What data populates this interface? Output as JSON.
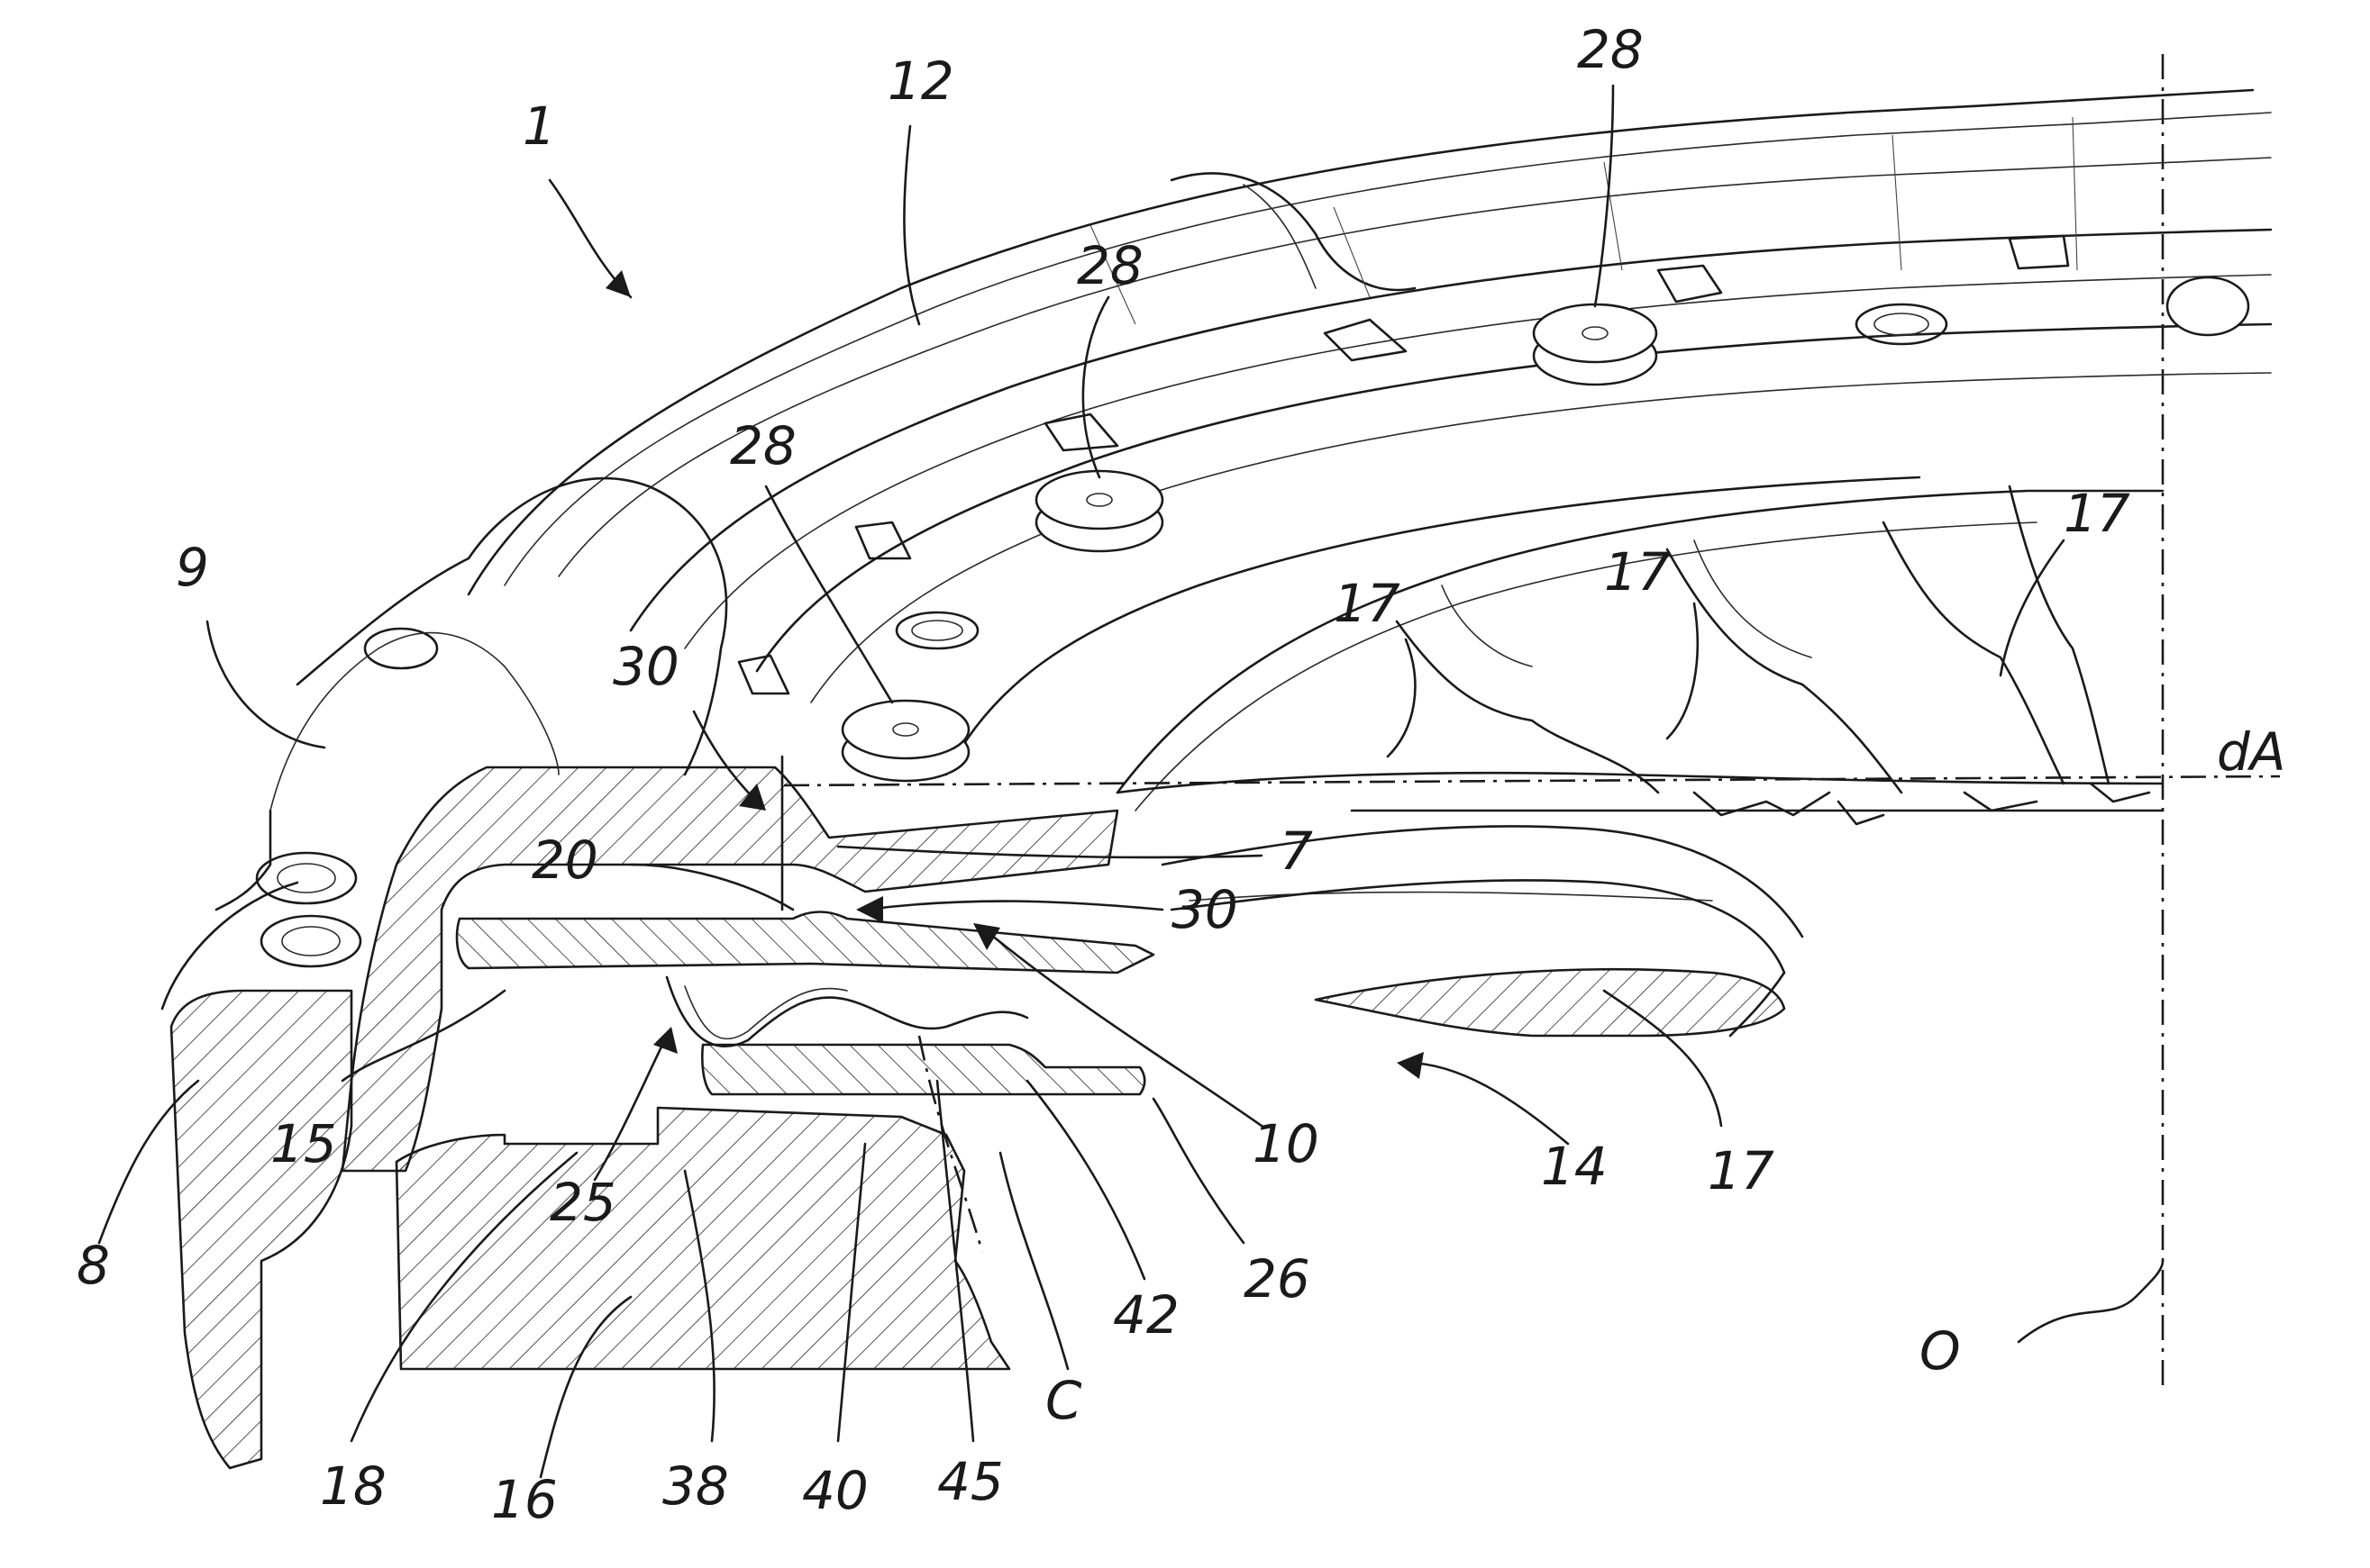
{
  "figure": {
    "references": {
      "r1": "1",
      "r12": "12",
      "r28a": "28",
      "r28b": "28",
      "r28c": "28",
      "r9": "9",
      "r30a": "30",
      "r30b": "30",
      "r20": "20",
      "r7": "7",
      "r17a": "17",
      "r17b": "17",
      "r17c": "17",
      "r17d": "17",
      "rdA": "dA",
      "r8": "8",
      "r15": "15",
      "r25": "25",
      "r10": "10",
      "r14": "14",
      "r18": "18",
      "r16": "16",
      "r38": "38",
      "r40": "40",
      "r45": "45",
      "rC": "C",
      "r42": "42",
      "r26": "26",
      "rO": "O"
    }
  }
}
